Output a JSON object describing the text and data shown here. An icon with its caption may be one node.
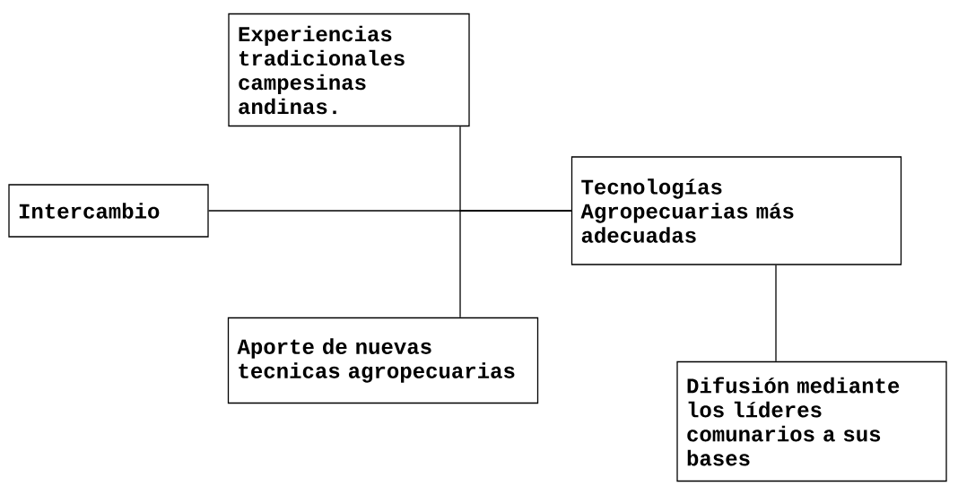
{
  "diagram": {
    "nodes": [
      {
        "text": [
          "Experiencias tradicionales campesinas andinas."
        ]
      },
      {
        "text": [
          "Intercambio"
        ]
      },
      {
        "text": [
          "Tecnologías Agropecuarias más adecuadas"
        ]
      },
      {
        "text": [
          "Aporte de nuevas tecnicas agropecuarias"
        ]
      },
      {
        "text": [
          "Difusión mediante los líderes comunarios a sus bases"
        ]
      }
    ],
    "edges": [
      {
        "from": 0,
        "to": 2,
        "arrow": "none"
      },
      {
        "from": 1,
        "to": 2,
        "arrow": "none"
      },
      {
        "from": 3,
        "to": 2,
        "arrow": "none"
      },
      {
        "from": 2,
        "to": 4,
        "arrow": "none"
      }
    ]
  }
}
